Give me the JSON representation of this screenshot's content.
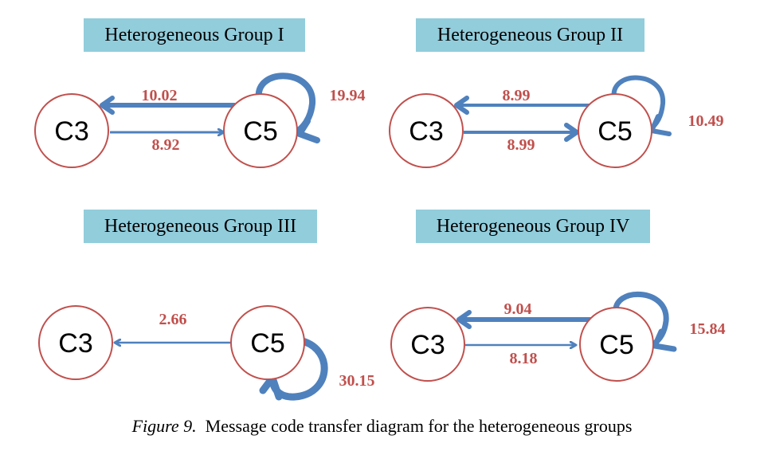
{
  "groups": [
    {
      "title": "Heterogeneous Group I",
      "c3": "C3",
      "c5": "C5",
      "c5_to_c3": "10.02",
      "c3_to_c5": "8.92",
      "c5_self": "19.94"
    },
    {
      "title": "Heterogeneous Group II",
      "c3": "C3",
      "c5": "C5",
      "c5_to_c3": "8.99",
      "c3_to_c5": "8.99",
      "c5_self": "10.49"
    },
    {
      "title": "Heterogeneous Group III",
      "c3": "C3",
      "c5": "C5",
      "c5_to_c3": "2.66",
      "c5_self": "30.15"
    },
    {
      "title": "Heterogeneous Group IV",
      "c3": "C3",
      "c5": "C5",
      "c5_to_c3": "9.04",
      "c3_to_c5": "8.18",
      "c5_self": "15.84"
    }
  ],
  "caption": {
    "figure": "Figure 9.",
    "text": "Message code transfer diagram for the heterogeneous groups"
  },
  "colors": {
    "title_box": "#92cddc",
    "node_stroke": "#c0504d",
    "arrow": "#4f81bd",
    "value_text": "#c0504d"
  }
}
